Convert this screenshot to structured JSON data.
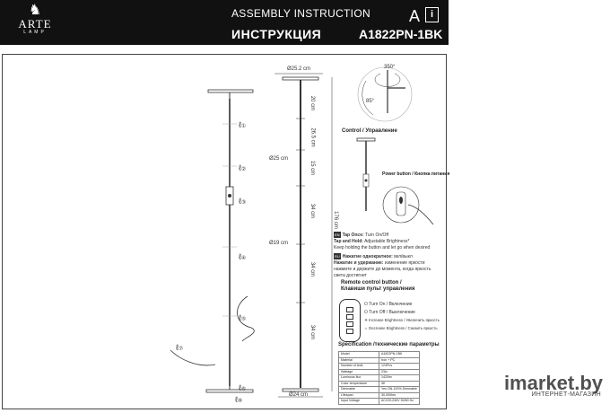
{
  "header": {
    "brand": "ARTE",
    "brand_sub": "LAMP",
    "title_en": "ASSEMBLY INSTRUCTION",
    "title_ru": "ИНСТРУКЦИЯ",
    "model": "A1822PN-1BK",
    "lang_letter": "A",
    "info_icon": "i"
  },
  "steps": [
    "①",
    "②",
    "③",
    "④",
    "⑤",
    "⑥",
    "⑦",
    "⑧"
  ],
  "dimensions": {
    "top_width": "Ø25.2 cm",
    "seg1": "20 cm",
    "seg2": "26.5 cm",
    "seg3": "15 cm",
    "seg4": "34 cm",
    "seg5": "34 cm",
    "seg6": "34 cm",
    "tube_diam_upper": "Ø25 cm",
    "tube_diam_lower": "Ø19 cm",
    "total_height": "176 cm",
    "base_diam": "Ø24 cm",
    "rotate_deg": "350°",
    "tilt_deg": "85°"
  },
  "control": {
    "title": "Control / Управление",
    "power_title": "Power button / Кнопка питания",
    "en_badge": "EN",
    "tap_once": "Tap Once:",
    "tap_once_val": "Turn On/Off",
    "tap_hold": "Tap and Hold:",
    "tap_hold_val": "Adjustable Brightness*",
    "tap_hold_note": "Keep holding the button and let go when desired",
    "ru_badge": "RU",
    "ru_once": "Нажатие однократное:",
    "ru_once_val": "вкл/выкл",
    "ru_hold": "Нажатие и удержание:",
    "ru_hold_val": "изменение яркости",
    "ru_hold_note1": "нажмите и держите до момента, когда яркость",
    "ru_hold_note2": "света достигнет"
  },
  "remote": {
    "title1": "Remote control button /",
    "title2": "Клавиши пульт управления",
    "items": [
      "Turn On / Включение",
      "Turn Off / Выключение",
      "Increase Brightness / Увеличить яркость",
      "Decrease Brightness / Снизить яркость"
    ]
  },
  "spec": {
    "title": "Specification /технические параметры",
    "rows": [
      [
        "Model",
        "A1822PN-1BK"
      ],
      [
        "Material",
        "Iron + PC"
      ],
      [
        "Number of leds",
        "124Pcs"
      ],
      [
        "Wattage",
        "23w"
      ],
      [
        "Luminous flux",
        "1420lm"
      ],
      [
        "Color temperature",
        "4K"
      ],
      [
        "Dimmable",
        "Yes ON-100% Dimmable"
      ],
      [
        "Lifespan",
        "30,000hrs"
      ],
      [
        "Input Voltage",
        "AC220-240V 50/60 Hz"
      ]
    ]
  },
  "watermark": {
    "text": "imarket.by",
    "sub": "ИНТЕРНЕТ-МАГАЗИН"
  },
  "colors": {
    "header_bg": "#111111",
    "line": "#333333"
  }
}
